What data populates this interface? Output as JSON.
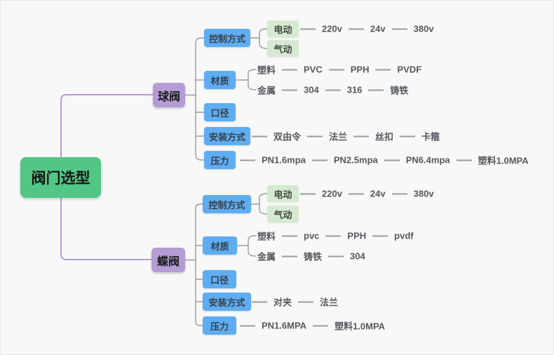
{
  "title": "阀门选型",
  "colors": {
    "canvas_bg": "#f8f8f8",
    "root_green": "#52c685",
    "branch_purple": "#b49cd4",
    "category_blue": "#5eadf2",
    "leaf_light_green": "#d6e9d1",
    "connector_gray": "#9b9b9b",
    "connector_purple": "#b39dd6",
    "chain_text": "#55585e"
  },
  "root": {
    "label": "阀门选型"
  },
  "branches": [
    {
      "label": "球阀",
      "children": [
        {
          "label": "控制方式",
          "children": [
            {
              "label": "电动",
              "chain": [
                "220v",
                "24v",
                "380v"
              ]
            },
            {
              "label": "气动"
            }
          ]
        },
        {
          "label": "材质",
          "children": [
            {
              "label": "塑料",
              "chain": [
                "PVC",
                "PPH",
                "PVDF"
              ]
            },
            {
              "label": "金属",
              "chain": [
                "304",
                "316",
                "铸铁"
              ]
            }
          ]
        },
        {
          "label": "口径"
        },
        {
          "label": "安装方式",
          "chain": [
            "双由令",
            "法兰",
            "丝扣",
            "卡箍"
          ]
        },
        {
          "label": "压力",
          "chain": [
            "PN1.6mpa",
            "PN2.5mpa",
            "PN6.4mpa",
            "塑料1.0MPA"
          ]
        }
      ]
    },
    {
      "label": "蝶阀",
      "children": [
        {
          "label": "控制方式",
          "children": [
            {
              "label": "电动",
              "chain": [
                "220v",
                "24v",
                "380v"
              ]
            },
            {
              "label": "气动"
            }
          ]
        },
        {
          "label": "材质",
          "children": [
            {
              "label": "塑料",
              "chain": [
                "pvc",
                "PPH",
                "pvdf"
              ]
            },
            {
              "label": "金属",
              "chain": [
                "铸铁",
                "304"
              ]
            }
          ]
        },
        {
          "label": "口径"
        },
        {
          "label": "安装方式",
          "chain": [
            "对夹",
            "法兰"
          ]
        },
        {
          "label": "压力",
          "chain": [
            "PN1.6MPA",
            "塑料1.0MPA"
          ]
        }
      ]
    }
  ]
}
